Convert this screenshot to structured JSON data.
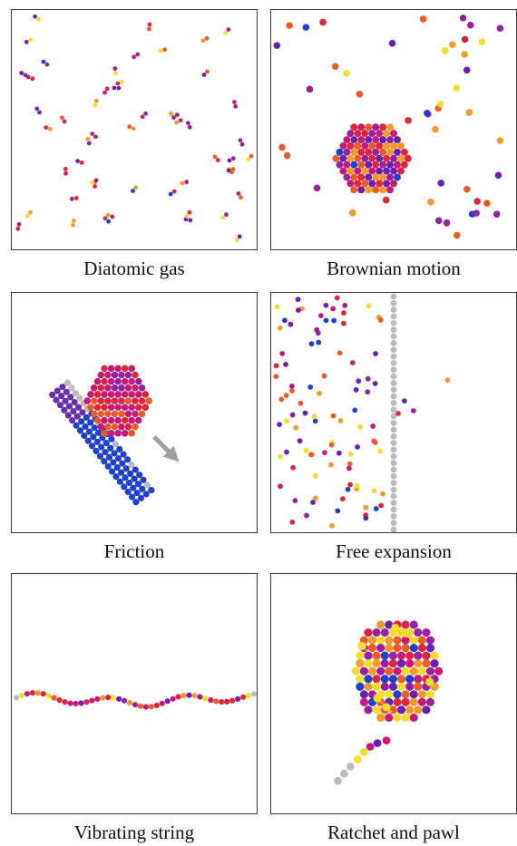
{
  "panels": [
    {
      "id": "diatomic",
      "caption": "Diatomic gas"
    },
    {
      "id": "brownian",
      "caption": "Brownian motion"
    },
    {
      "id": "friction",
      "caption": "Friction"
    },
    {
      "id": "expansion",
      "caption": "Free expansion"
    },
    {
      "id": "string",
      "caption": "Vibrating string"
    },
    {
      "id": "ratchet",
      "caption": "Ratchet and pawl"
    }
  ],
  "colors": {
    "palette": [
      "#6a1fb0",
      "#9a1fa0",
      "#c8187a",
      "#e0243c",
      "#ee5a28",
      "#f39a2a",
      "#f5dc2c"
    ],
    "cold": "#1e3fd0",
    "wall": "#b9b9bf",
    "arrow": "#a0a0a0",
    "bond": "#e8c020"
  }
}
